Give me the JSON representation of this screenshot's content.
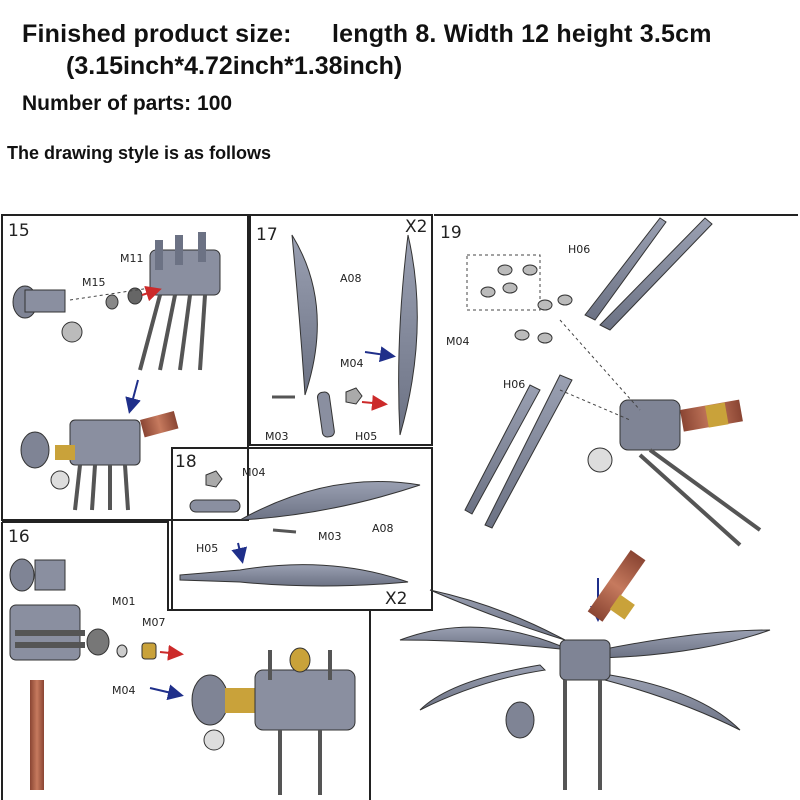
{
  "header": {
    "size_label": "Finished product size:",
    "size_value": "length 8. Width 12 height 3.5cm",
    "size_inches": "(3.15inch*4.72inch*1.38inch)",
    "parts_label": "Number of parts: 100",
    "style_note": "The drawing style is as follows"
  },
  "steps": {
    "s15": {
      "number": "15",
      "parts": [
        "M11",
        "M15"
      ]
    },
    "s16": {
      "number": "16",
      "parts": [
        "M01",
        "M07",
        "M04"
      ]
    },
    "s17": {
      "number": "17",
      "parts": [
        "A08",
        "M04",
        "M03",
        "H05"
      ],
      "multiplier": "X2"
    },
    "s18": {
      "number": "18",
      "parts": [
        "M04",
        "H05",
        "M03",
        "A08"
      ],
      "multiplier": "X2"
    },
    "s19": {
      "number": "19",
      "parts": [
        "H06",
        "M04",
        "H06"
      ]
    }
  },
  "colors": {
    "metal": "#7f8495",
    "metal_dark": "#4d5262",
    "copper": "#b0624a",
    "brass": "#c9a23a",
    "arrow_blue": "#1f2f8a",
    "arrow_red": "#cc2a2a"
  }
}
